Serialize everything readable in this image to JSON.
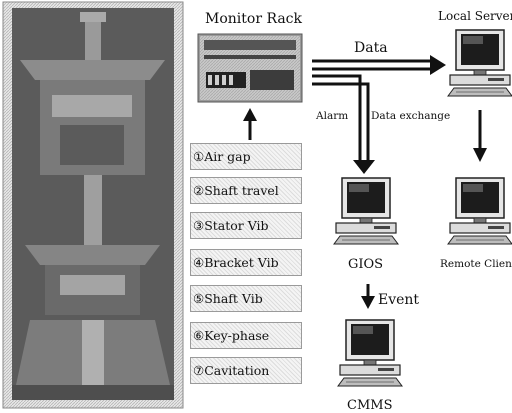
{
  "labels": {
    "monitor_rack": "Monitor Rack",
    "local_server": "Local Server",
    "data": "Data",
    "alarm": "Alarm",
    "data_exchange": "Data exchange",
    "gios": "GIOS",
    "remote_client": "Remote Client",
    "event": "Event",
    "cmms": "CMMS"
  },
  "sensors": [
    "①Air gap",
    "②Shaft travel",
    "③Stator Vib",
    "④Bracket Vib",
    "⑤Shaft Vib",
    "⑥Key-phase",
    "⑦Cavitation"
  ]
}
